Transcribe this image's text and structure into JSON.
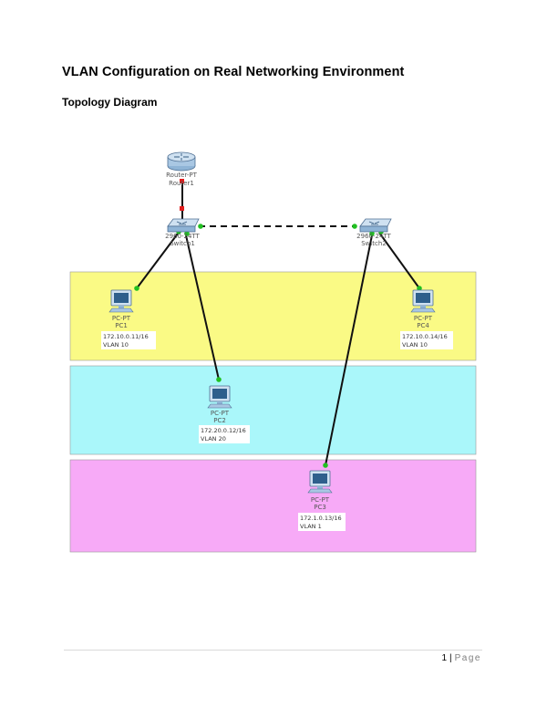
{
  "document": {
    "title": "VLAN Configuration on Real Networking Environment",
    "subtitle": "Topology Diagram"
  },
  "devices": {
    "router": {
      "type": "Router-PT",
      "name": "Router1"
    },
    "switch1": {
      "type": "2960-24TT",
      "name": "Switch1"
    },
    "switch2": {
      "type": "2960-24TT",
      "name": "Switch2"
    },
    "pc1": {
      "type": "PC-PT",
      "name": "PC1",
      "ip": "172.10.0.11/16",
      "vlan": "VLAN 10"
    },
    "pc2": {
      "type": "PC-PT",
      "name": "PC2",
      "ip": "172.20.0.12/16",
      "vlan": "VLAN 20"
    },
    "pc3": {
      "type": "PC-PT",
      "name": "PC3",
      "ip": "172.1.0.13/16",
      "vlan": "VLAN 1"
    },
    "pc4": {
      "type": "PC-PT",
      "name": "PC4",
      "ip": "172.10.0.14/16",
      "vlan": "VLAN 10"
    }
  },
  "zone_colors": {
    "vlan10": "#fafa85",
    "vlan20": "#aaf7fa",
    "vlan1": "#f7aaf7"
  },
  "footer": {
    "page_number": "1",
    "separator": "|",
    "page_word": "Page"
  }
}
